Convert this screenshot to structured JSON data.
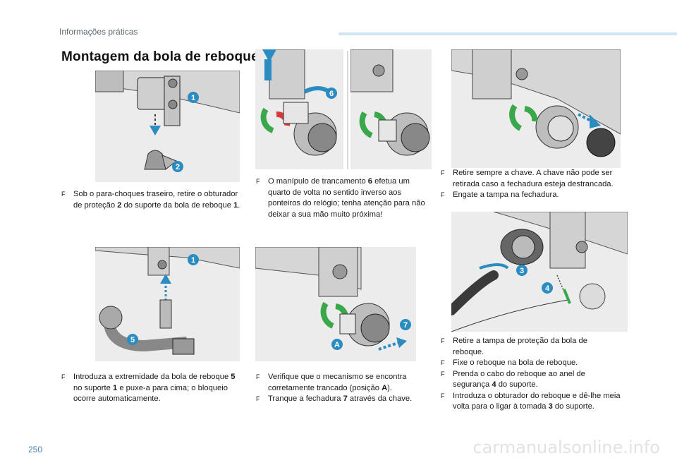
{
  "header": {
    "section": "Informações práticas"
  },
  "title": "Montagem da bola de reboque",
  "page_number": "250",
  "watermark": "carmanualsonline.info",
  "bullet_marker": "F",
  "callouts": {
    "c1": "1",
    "c2": "2",
    "c3": "3",
    "c4": "4",
    "c5": "5",
    "c6": "6",
    "c7": "7",
    "cA": "A"
  },
  "blocks": {
    "b1": [
      {
        "pre": "Sob o para-choques traseiro, retire o obturador de proteção ",
        "num": "2",
        "post": " do suporte da bola de reboque ",
        "num2": "1",
        "post2": "."
      }
    ],
    "b2": [
      {
        "pre": "O manípulo de trancamento ",
        "num": "6",
        "post": " efetua um quarto de volta no sentido inverso aos ponteiros do relógio; tenha atenção para não deixar a sua mão muito próxima!"
      }
    ],
    "b3": [
      {
        "text": "Retire sempre a chave. A chave não pode ser retirada caso a fechadura esteja destrancada."
      },
      {
        "text": "Engate a tampa na fechadura."
      }
    ],
    "b4": [
      {
        "pre": "Introduza a extremidade da bola de reboque ",
        "num": "5",
        "post": " no suporte ",
        "num2": "1",
        "post2": " e puxe-a para cima; o bloqueio ocorre automaticamente."
      }
    ],
    "b5": [
      {
        "pre": "Verifique que o mecanismo se encontra corretamente trancado (posição ",
        "num": "A",
        "post": ")."
      },
      {
        "pre": "Tranque a fechadura ",
        "num": "7",
        "post": " através da chave."
      }
    ],
    "b6": [
      {
        "text": "Retire a tampa de proteção da bola de reboque."
      },
      {
        "text": "Fixe o reboque na bola de reboque."
      },
      {
        "pre": "Prenda o cabo do reboque ao anel de segurança ",
        "num": "4",
        "post": " do suporte."
      },
      {
        "pre": "Introduza o obturador do reboque e dê-lhe meia volta para o ligar à tomada ",
        "num": "3",
        "post": " do suporte."
      }
    ]
  },
  "colors": {
    "accent_blue": "#2a8cc0",
    "arrow_green": "#3aa84a",
    "turn_red": "#d83a3a",
    "figure_bg": "#ececec"
  }
}
